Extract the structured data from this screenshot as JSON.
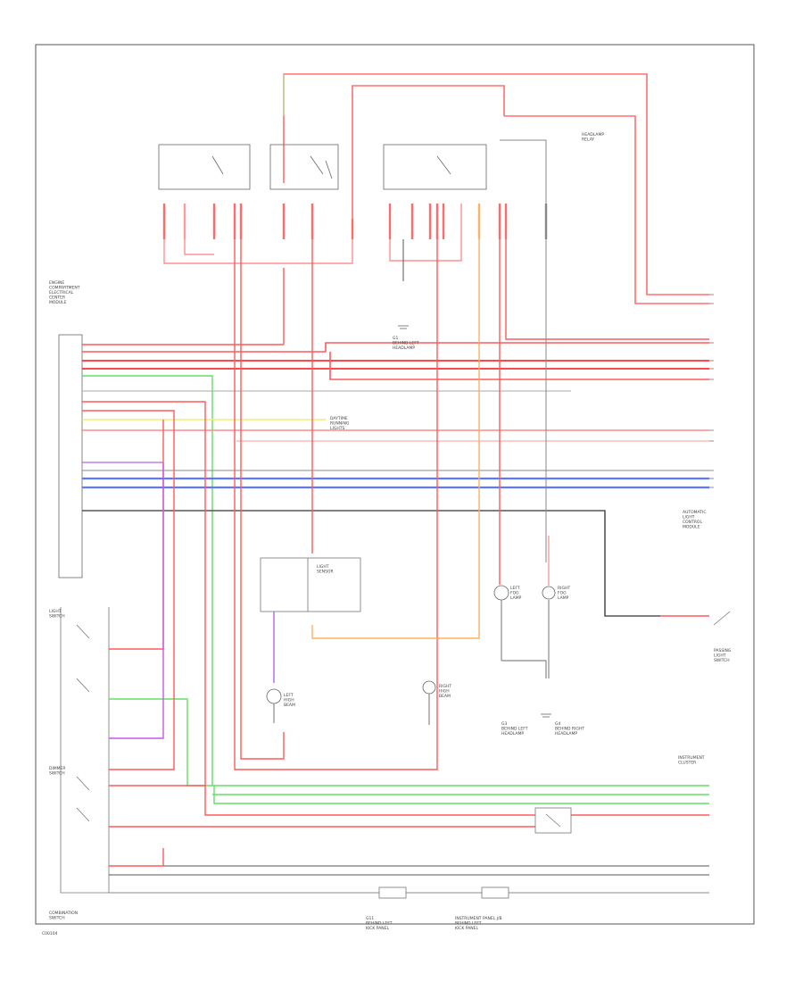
{
  "labels": {
    "connector_b_label": "COMBINATION\nSWITCH",
    "footer_code": "C00104",
    "left_block_title": "ENGINE\nCOMPARTMENT\nELECTRICAL\nCENTER\nMODULE",
    "combination_switch_title": "LIGHT\nSWITCH",
    "dimmer_title": "DIMMER\nSWITCH",
    "relay_block_title": "HEADLAMP\nRELAY",
    "center_ground": "G1\nBEHIND LEFT\nHEADLAMP",
    "bottom_left_ground": "G11\nBEHIND LEFT\nKICK PANEL",
    "bottom_mid_ground": "INSTRUMENT PANEL J/B\nBEHIND LEFT\nKICK PANEL",
    "right_ground_left": "G3\nBEHIND LEFT\nHEADLAMP",
    "right_ground_right": "G4\nBEHIND RIGHT\nHEADLAMP",
    "left_headlamp": "LEFT\nHIGH\nBEAM",
    "right_headlamp": "RIGHT\nHIGH\nBEAM",
    "fog_left": "LEFT\nFOG\nLAMP",
    "fog_right": "RIGHT\nFOG\nLAMP",
    "horn": "PASSING\nLIGHT\nSWITCH",
    "dome_note": "DAYTIME\nRUNNING\nLIGHTS",
    "side_module": "AUTOMATIC\nLIGHT\nCONTROL\nMODULE",
    "sensor": "LIGHT\nSENSOR",
    "intermittent": "INSTRUMENT\nCLUSTER"
  },
  "colors": {
    "red": "#ff4f4f",
    "pink": "#f7b9c0",
    "green": "#66dd66",
    "blue": "#3b5bff",
    "purple": "#cc55ee",
    "orange": "#ffb060",
    "yellow": "#f0ee70",
    "gray": "#888888",
    "dark": "#333333",
    "frame": "#555555"
  }
}
